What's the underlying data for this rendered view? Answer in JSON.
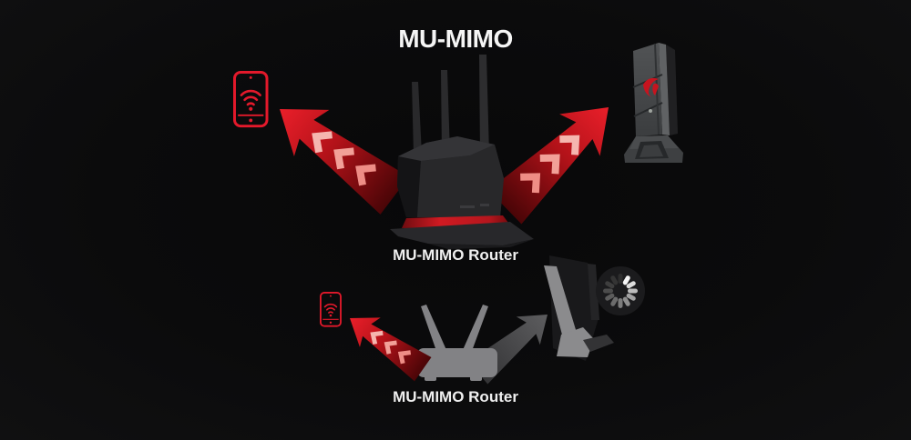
{
  "title": "MU-MIMO",
  "sections": {
    "top": {
      "caption": "MU-MIMO Router",
      "devices": {
        "left": "smartphone-with-wifi",
        "center": "tri-antenna-gaming-router",
        "right": "gaming-desktop-tower"
      },
      "arrows": [
        "red-stream-to-phone",
        "red-stream-to-desktop"
      ]
    },
    "bottom": {
      "caption": "MU-MIMO Router",
      "devices": {
        "left": "smartphone-with-wifi",
        "center": "dual-antenna-router-silhouette",
        "right": "monitor-side-view-with-loading-spinner"
      },
      "arrows": [
        "red-stream-to-phone",
        "gray-stream-to-monitor"
      ]
    }
  },
  "colors": {
    "background": "#0b0b0c",
    "accent_red": "#da1520",
    "accent_red_dark": "#4a0507",
    "chevron_light": "#f29a93",
    "device_gray": "#828285",
    "spinner_bright": "#f5f5f5",
    "text": "#f2f2f2"
  }
}
